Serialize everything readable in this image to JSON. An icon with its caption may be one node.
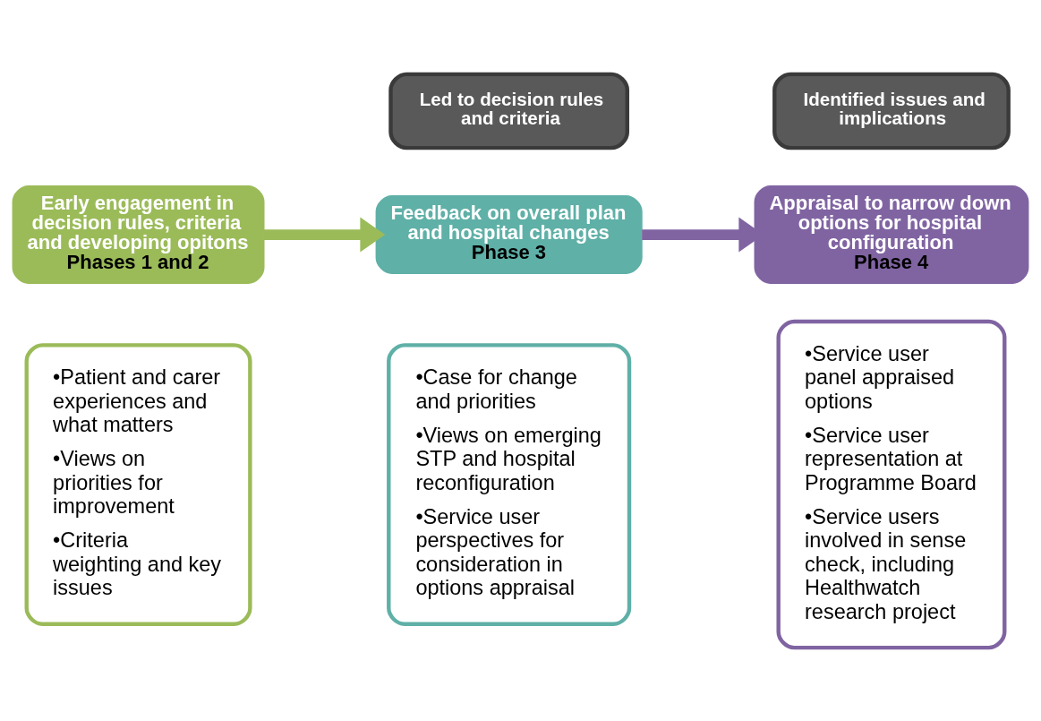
{
  "diagram": {
    "nodes": [
      {
        "text": [
          "Led to decision rules and criteria"
        ]
      },
      {
        "text": [
          "Identified issues and implications"
        ]
      },
      {
        "text": [
          "Early engagement in decision rules, criteria and developing opitons",
          "Phases 1 and 2"
        ]
      },
      {
        "text": [
          "Feedback on overall plan and hospital changes",
          "Phase 3"
        ]
      },
      {
        "text": [
          "Appraisal to narrow down options for hospital configuration",
          "Phase 4"
        ]
      },
      {
        "text": [
          "•Patient and carer experiences and what matters",
          "•Views on priorities for improvement",
          "•Criteria weighting and key issues"
        ]
      },
      {
        "text": [
          "•Case for change and priorities",
          "•Views on emerging STP and hospital reconfiguration",
          "•Service user perspectives for consideration in options appraisal"
        ]
      },
      {
        "text": [
          "•Service user panel appraised options",
          "•Service user representation at Programme Board",
          "•Service users involved in sense check, including Healthwatch research project"
        ]
      }
    ],
    "edges": [
      {
        "from": 2,
        "to": 3,
        "arrow": "to",
        "color": "#9bbb59"
      },
      {
        "from": 3,
        "to": 4,
        "arrow": "to",
        "color": "#8064a2"
      }
    ]
  }
}
